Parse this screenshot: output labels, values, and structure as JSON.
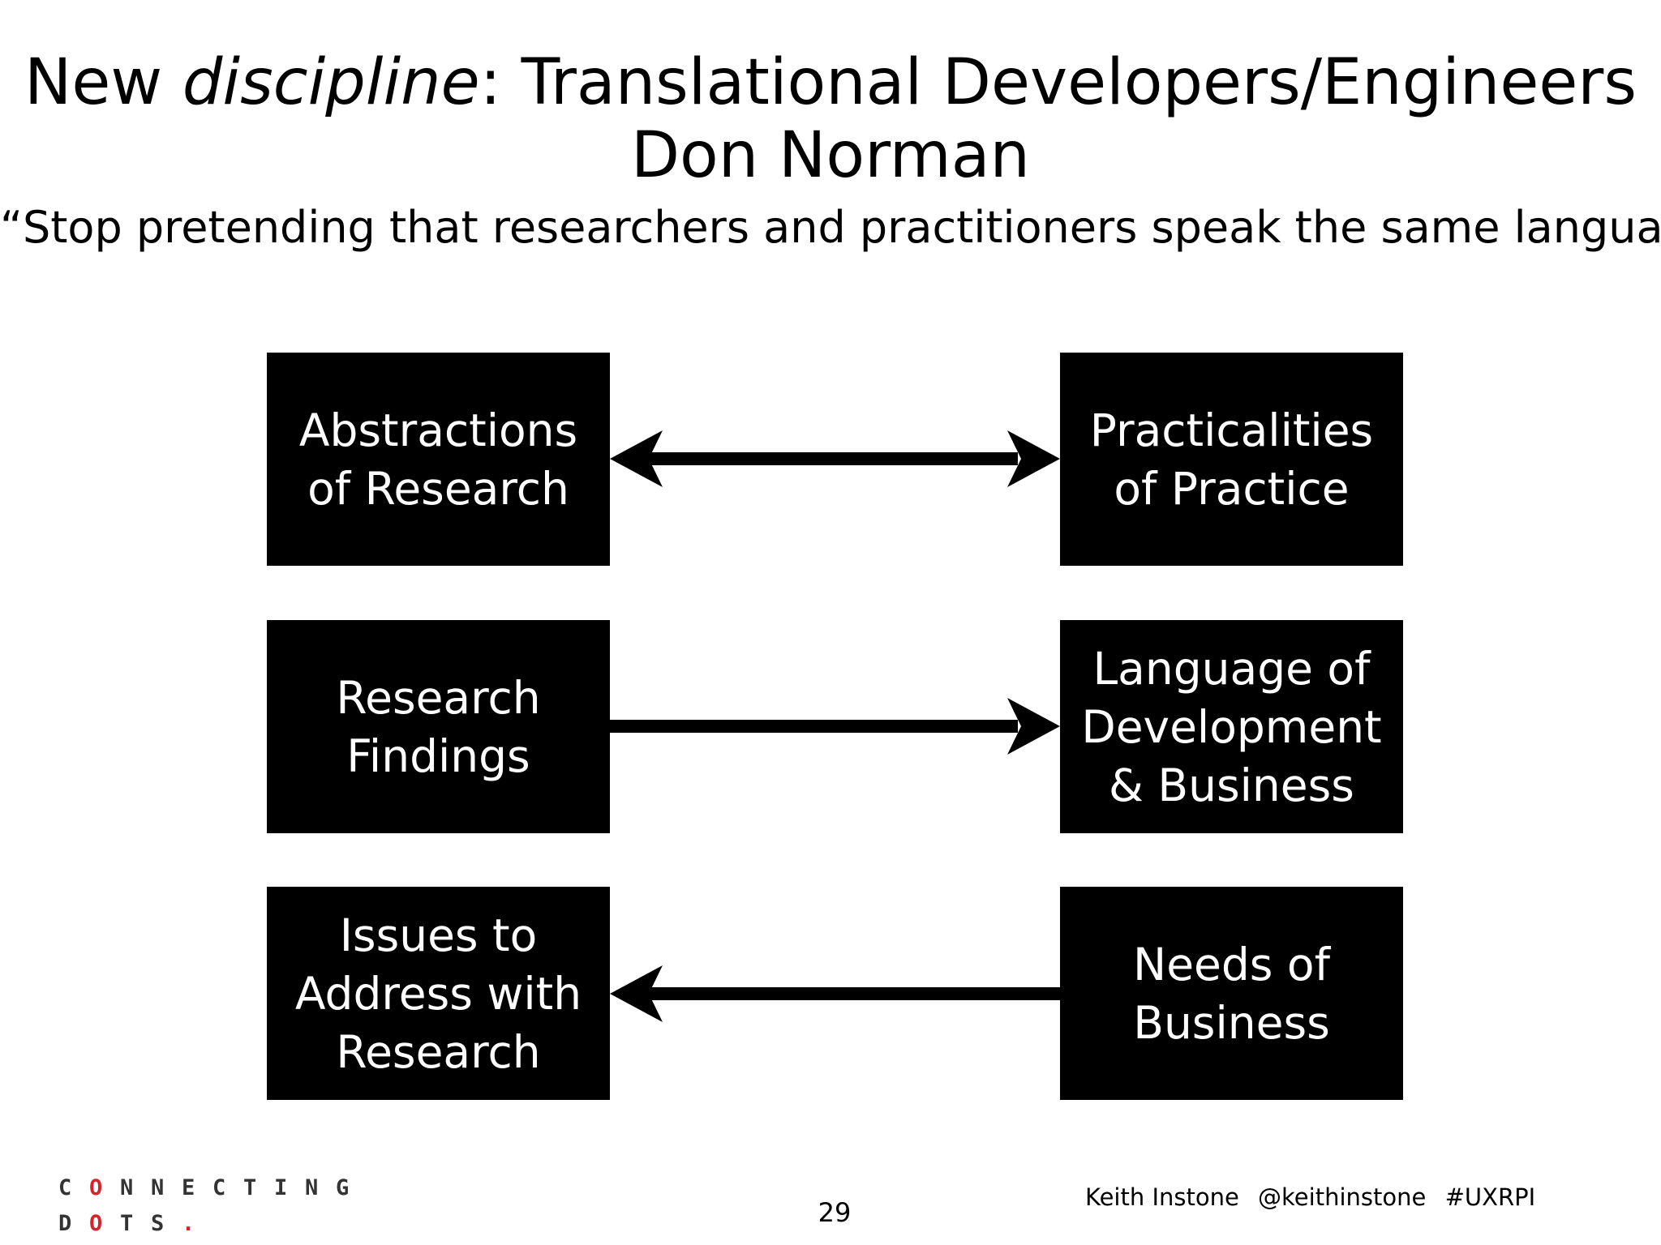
{
  "slide": {
    "title_prefix": "New ",
    "title_italic": "discipline",
    "title_suffix": ": Translational Developers/Engineers",
    "title_line2": "Don Norman",
    "quote": "“Stop pretending that researchers and practitioners speak the same language”"
  },
  "diagram": {
    "rows": [
      {
        "left_lines": [
          "Abstractions",
          "of Research"
        ],
        "right_lines": [
          "Practicalities",
          "of Practice"
        ],
        "arrow": "bidirectional"
      },
      {
        "left_lines": [
          "Research",
          "Findings"
        ],
        "right_lines": [
          "Language of",
          "Development",
          "& Business"
        ],
        "arrow": "left-to-right"
      },
      {
        "left_lines": [
          "Issues to",
          "Address with",
          "Research"
        ],
        "right_lines": [
          "Needs of",
          "Business"
        ],
        "arrow": "right-to-left"
      }
    ]
  },
  "footer": {
    "logo_line1": [
      "C",
      "O",
      "N",
      "N",
      "E",
      "C",
      "T",
      "I",
      "N",
      "G"
    ],
    "logo_line2": [
      "D",
      "O",
      "T",
      "S",
      "."
    ],
    "logo_accent_color": "#d8232a",
    "page_number": "29",
    "credit": [
      "Keith Instone",
      "@keithinstone",
      "#UXRPI"
    ]
  }
}
